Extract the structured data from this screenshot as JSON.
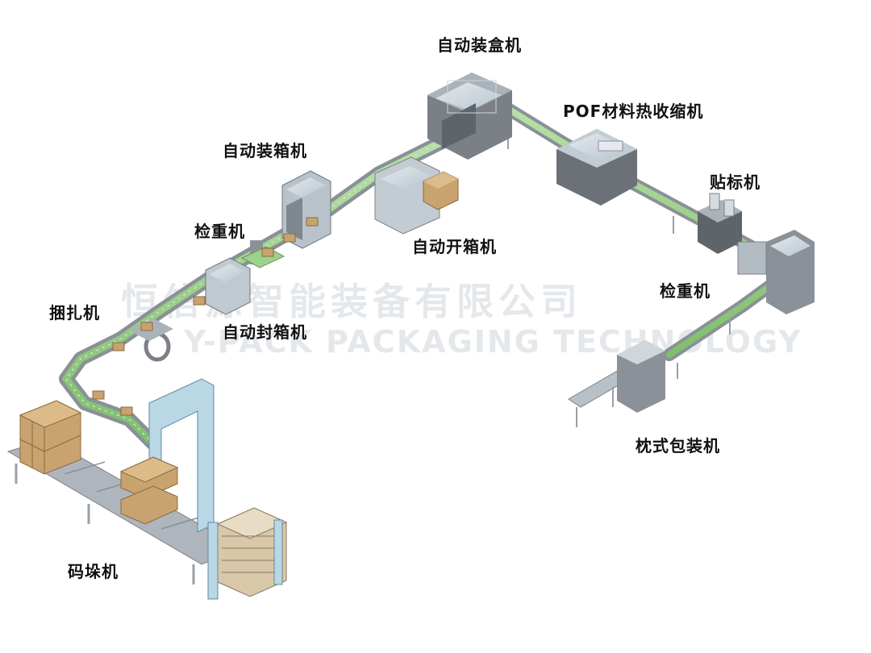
{
  "labels": {
    "auto_cartoner": "自动装盒机",
    "pof_shrink": "POF材料热收缩机",
    "labeler": "贴标机",
    "checkweigher_right": "检重机",
    "pillow_packer": "枕式包装机",
    "auto_case_packer": "自动装箱机",
    "auto_case_erector": "自动开箱机",
    "checkweigher_left": "检重机",
    "strapping": "捆扎机",
    "auto_case_sealer": "自动封箱机",
    "palletizer": "码垛机"
  },
  "watermark": {
    "company_cn": "恒信源智能装备有限公司",
    "company_en": "Y-PACK PACKAGING TECHNOLOGY"
  },
  "colors": {
    "frame": "#8a9097",
    "conveyor_green": "#9ed28a",
    "cabinet": "#5f646b",
    "glass": "#c9d4dc",
    "carton": "#c8a370"
  }
}
